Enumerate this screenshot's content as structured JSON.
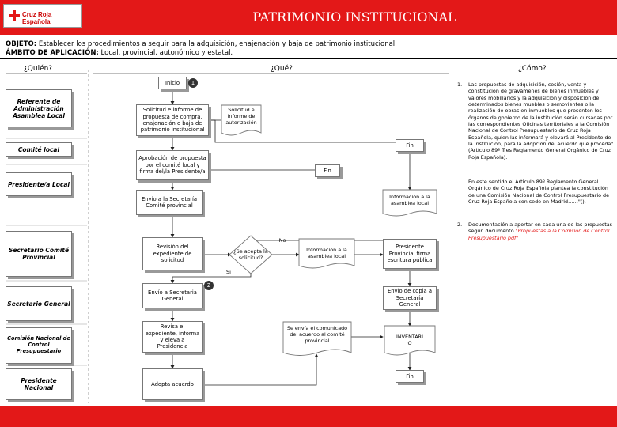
{
  "header": {
    "logo_text": "Cruz Roja Española",
    "title": "PATRIMONIO INSTITUCIONAL",
    "colors": {
      "brand_red": "#e31818"
    }
  },
  "objective": {
    "label": "OBJETO:",
    "text": "Establecer los procedimientos a seguir para la adquisición, enajenación y baja de patrimonio institucional.",
    "scope_label": "ÁMBITO DE APLICACIÓN:",
    "scope_text": "Local, provincial, autonómico y estatal."
  },
  "columns": {
    "who": "¿Quién?",
    "what": "¿Qué?",
    "how": "¿Cómo?"
  },
  "actors": [
    "Referente de Administración Asamblea Local",
    "Comité local",
    "Presidente/a Local",
    "Secretario Comité Provincial",
    "Secretario General",
    "Comisión Nacional de Control Presupuestario",
    "Presidente Nacional"
  ],
  "steps": {
    "start": "Inicio",
    "marker1": "1",
    "marker2": "2",
    "request": "Solicitud e informe de propuesta de compra, enajenación o baja de patrimonio institucional",
    "request_doc": "Solicitud e informe de autorización",
    "end1": "Fin",
    "approval": "Aprobación de propuesta por el comité local y firma del/la Presidente/a",
    "end2": "Fin",
    "send_provincial": "Envío a la Secretaría Comité provincial",
    "info_local_assembly": "Información a la asamblea local",
    "review": "Revisión del expediente de solicitud",
    "decision": "¿Se acepta la solicitud?",
    "no": "No",
    "yes": "Si",
    "info_local_assembly_2": "Información a la asamblea local",
    "president_sign": "Presidente Provincial firma escritura pública",
    "send_general": "Envío a Secretaria General",
    "copy_general": "Envío de copia a Secretaría General",
    "review_general": "Revisa el expediente, informa y eleva a Presidencia",
    "send_agreement": "Se envía el comunicado del acuerdo al comité provincial",
    "inventory": "INVENTARIO",
    "end3": "Fin",
    "adopt": "Adopta acuerdo"
  },
  "notes": [
    {
      "num": "1.",
      "text": "Las propuestas de adquisición, cesión, venta y constitución de gravámenes de bienes inmuebles y valores mobiliarios y la adquisición y disposición de determinados bienes muebles o semovientes o la realización de obras en inmuebles que presenten los órganos de gobierno de la institución serán cursadas por las correspondientes Oficinas territoriales a la Comisión Nacional de Control Presupuestario de Cruz Roja Española, quien las informará y elevará al Presidente de la Institución, para la adopción del acuerdo que proceda\" (Artículo 89º Tres Reglamento General Orgánico de Cruz Roja Española)."
    },
    {
      "num": "",
      "text": "En este sentido el Artículo 89º Reglamento General Orgánico de Cruz Roja Española plantea la constitución de una Comisión Nacional de Control Presupuestario de Cruz Roja Española con sede en Madrid……\"()."
    },
    {
      "num": "2.",
      "text": "Documentación a aportar en cada una de las propuestas según documento ",
      "link": "\"Propuestas a la Comisión de Control Presupuestario pdf\""
    }
  ]
}
